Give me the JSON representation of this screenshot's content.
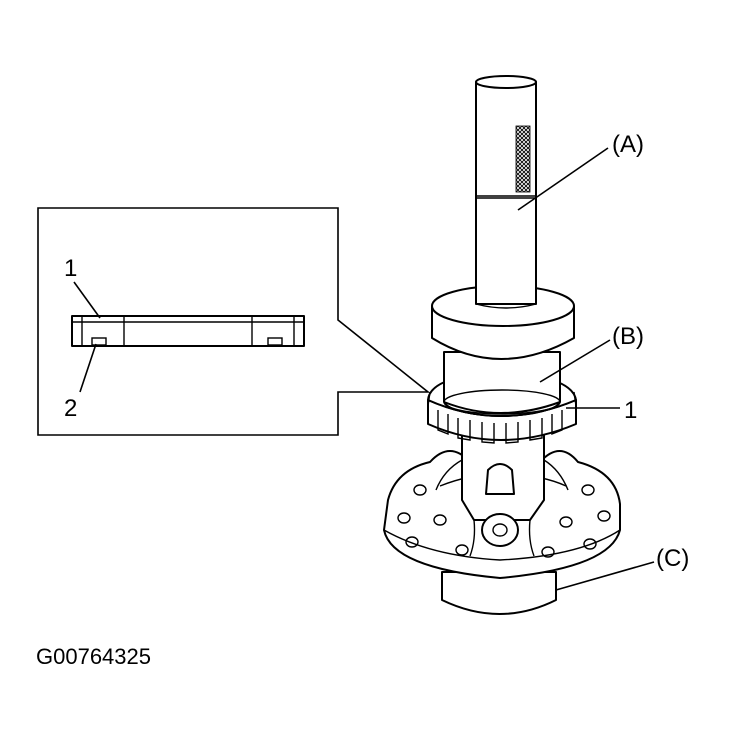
{
  "figure": {
    "callouts": {
      "A": "(A)",
      "B": "(B)",
      "C": "(C)",
      "one_main": "1",
      "one_inset": "1",
      "two_inset": "2"
    },
    "figure_code": "G00764325"
  }
}
